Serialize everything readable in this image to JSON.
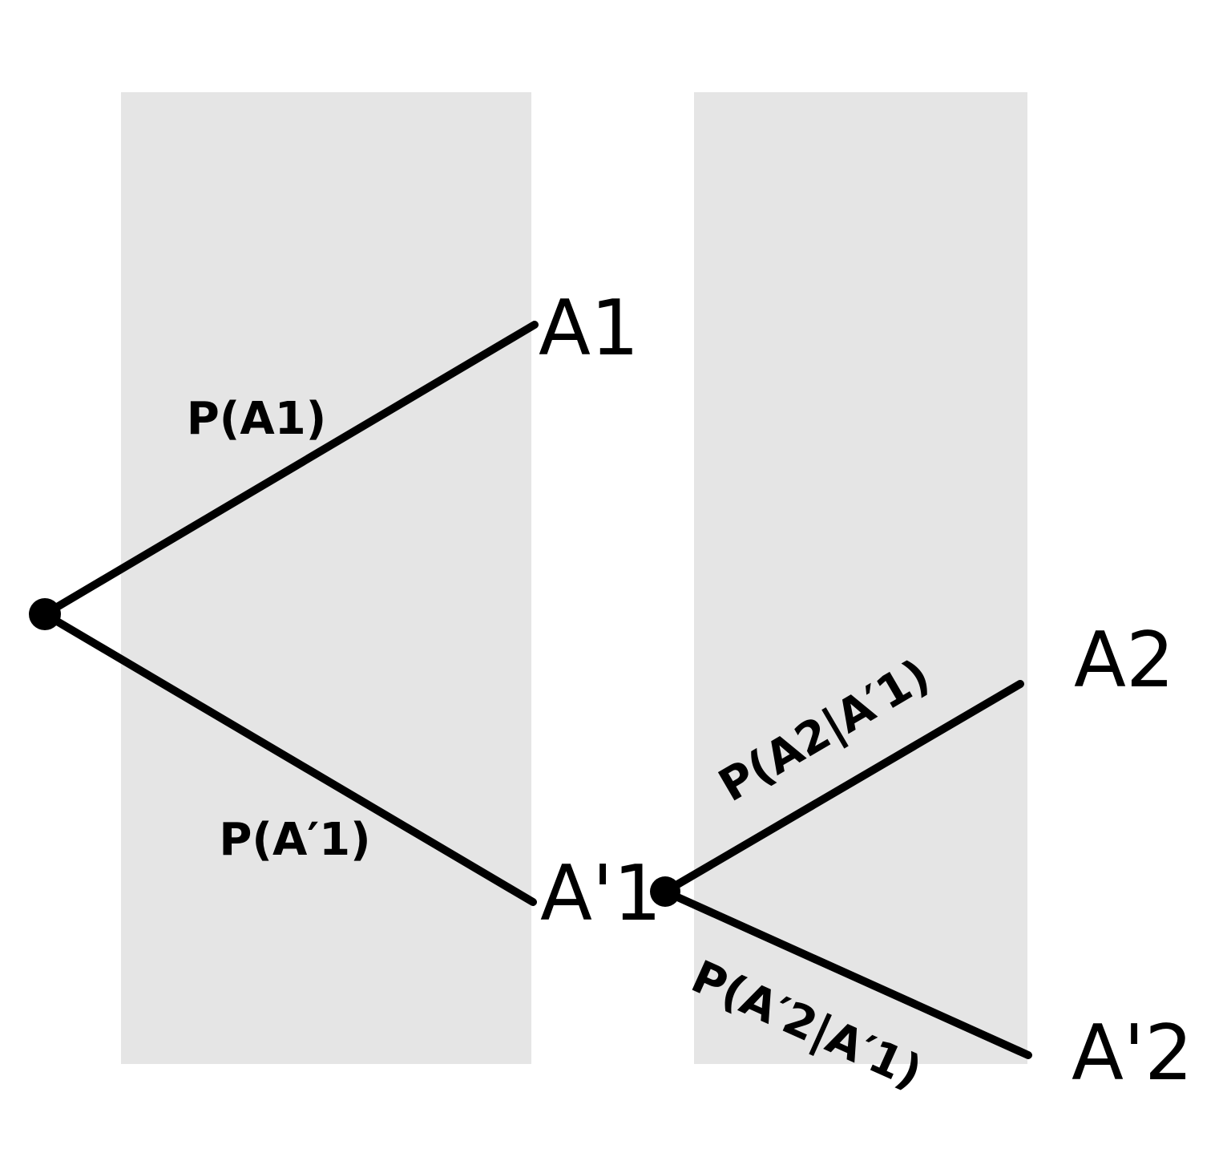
{
  "diagram": {
    "type": "probability-tree",
    "background": "#ffffff",
    "colors": {
      "band": "#e5e5e5",
      "ink": "#000000"
    },
    "nodes": {
      "a1": "A1",
      "a_prime_1": "A'1",
      "a2": "A2",
      "a_prime_2": "A'2"
    },
    "edge_labels": {
      "p_a1": "P(A1)",
      "p_a_prime_1": "P(A′1)",
      "p_a2_given_a_prime_1": "P(A2|A′1)",
      "p_a_prime_2_given_a_prime_1": "P(A′2|A′1)"
    }
  }
}
